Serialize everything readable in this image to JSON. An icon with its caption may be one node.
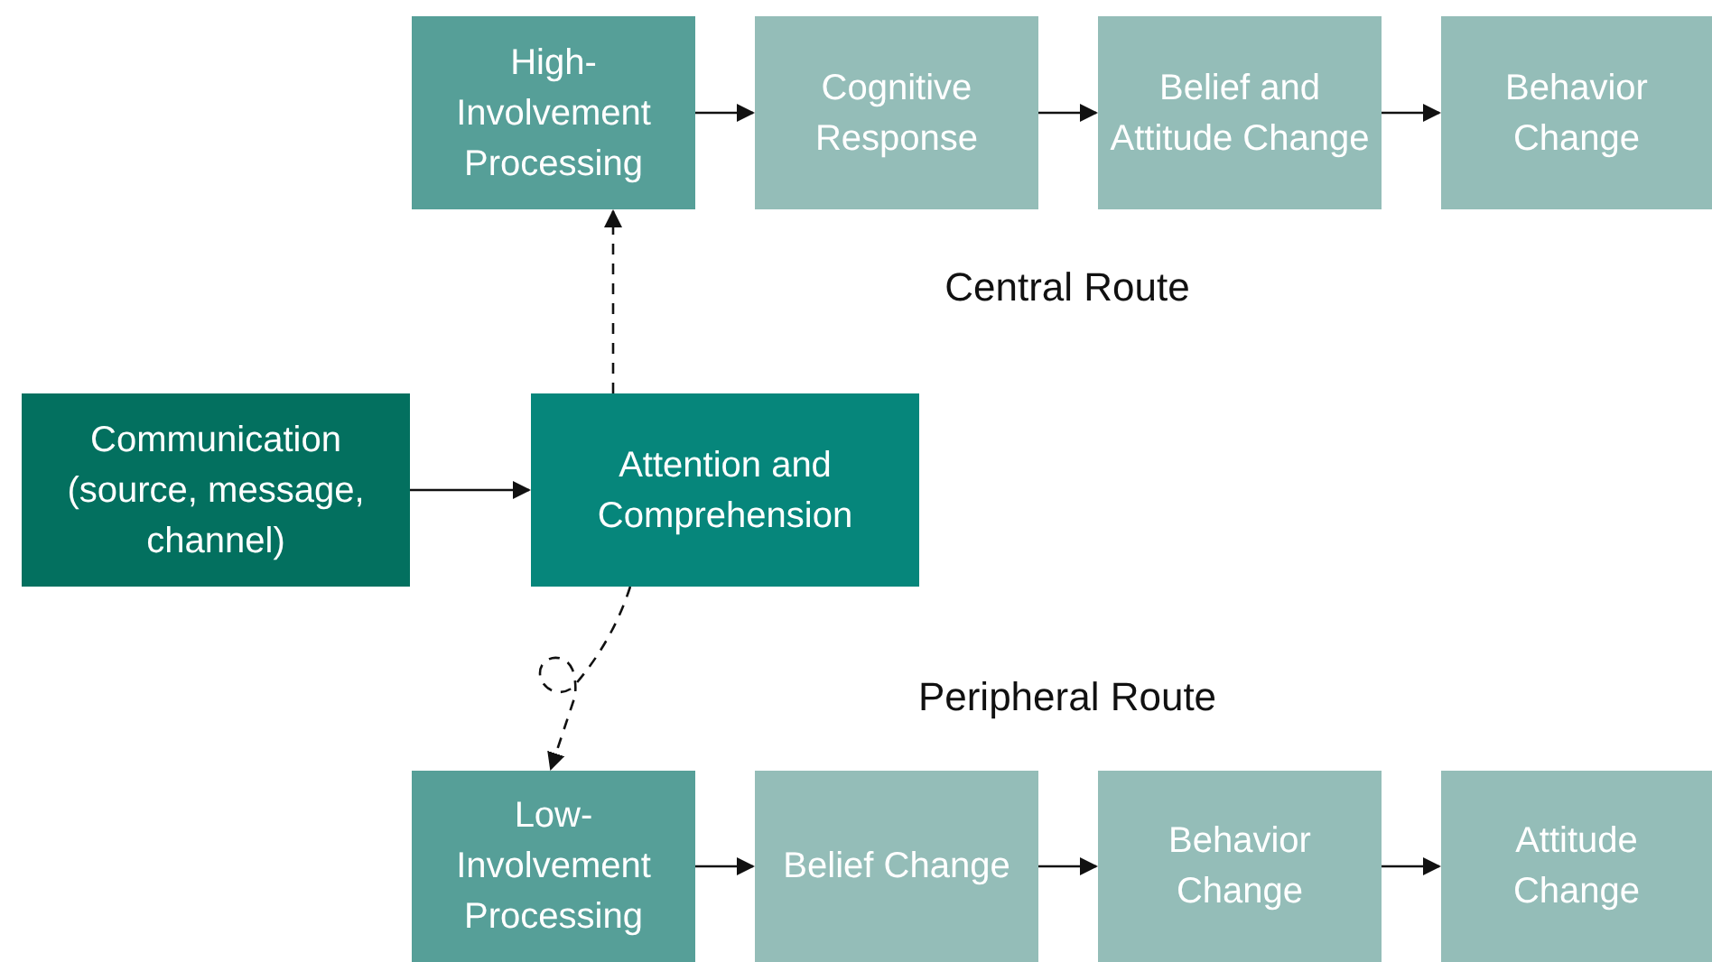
{
  "diagram": {
    "nodes": [
      {
        "text": [
          "Communication (source, message, channel)"
        ]
      },
      {
        "text": [
          "Attention and Comprehension"
        ]
      },
      {
        "text": [
          "High-Involvement Processing"
        ]
      },
      {
        "text": [
          "Cognitive Response"
        ]
      },
      {
        "text": [
          "Belief and Attitude Change"
        ]
      },
      {
        "text": [
          "Behavior Change"
        ]
      },
      {
        "text": [
          "Low-Involvement Processing"
        ]
      },
      {
        "text": [
          "Belief Change"
        ]
      },
      {
        "text": [
          "Behavior Change"
        ]
      },
      {
        "text": [
          "Attitude Change"
        ]
      }
    ],
    "edges": [
      {
        "from": 0,
        "to": 1,
        "arrow": "to"
      },
      {
        "from": 1,
        "to": 2,
        "arrow": "to",
        "style": "dashed"
      },
      {
        "from": 2,
        "to": 3,
        "arrow": "to"
      },
      {
        "from": 3,
        "to": 4,
        "arrow": "to"
      },
      {
        "from": 4,
        "to": 5,
        "arrow": "to"
      },
      {
        "from": 1,
        "to": 6,
        "arrow": "to",
        "style": "dashed"
      },
      {
        "from": 6,
        "to": 7,
        "arrow": "to"
      },
      {
        "from": 7,
        "to": 8,
        "arrow": "to"
      },
      {
        "from": 8,
        "to": 9,
        "arrow": "to"
      }
    ],
    "labels": [
      "Central Route",
      "Peripheral Route"
    ]
  }
}
